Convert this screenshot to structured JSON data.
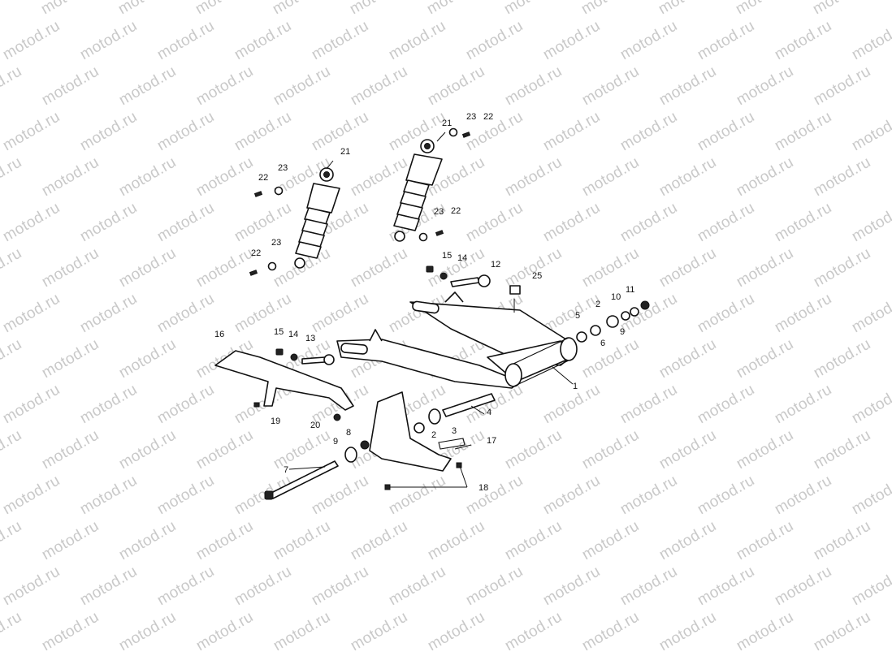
{
  "watermark": {
    "text": "motod.ru"
  },
  "callouts": [
    "1",
    "2",
    "3",
    "4",
    "5",
    "6",
    "7",
    "8",
    "9",
    "10",
    "11",
    "12",
    "13",
    "14",
    "15",
    "16",
    "17",
    "18",
    "19",
    "20",
    "21",
    "22",
    "23",
    "25"
  ]
}
